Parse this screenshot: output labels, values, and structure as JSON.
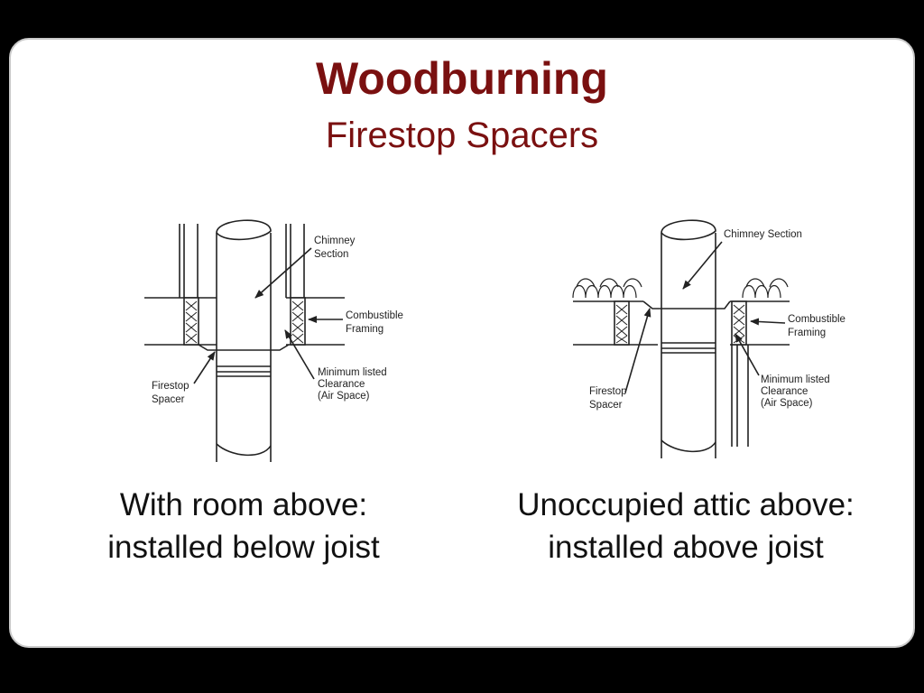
{
  "slide": {
    "title": "Woodburning",
    "subtitle": "Firestop Spacers"
  },
  "left_diagram": {
    "labels": {
      "chimney_1": "Chimney",
      "chimney_2": "Section",
      "framing_1": "Combustible",
      "framing_2": "Framing",
      "clearance_1": "Minimum listed",
      "clearance_2": "Clearance",
      "clearance_3": "(Air Space)",
      "spacer_1": "Firestop",
      "spacer_2": "Spacer"
    },
    "caption_line1": "With room above:",
    "caption_line2": "installed below joist"
  },
  "right_diagram": {
    "labels": {
      "chimney": "Chimney Section",
      "framing_1": "Combustible",
      "framing_2": "Framing",
      "clearance_1": "Minimum listed",
      "clearance_2": "Clearance",
      "clearance_3": "(Air Space)",
      "spacer_1": "Firestop",
      "spacer_2": "Spacer"
    },
    "caption_line1": "Unoccupied attic above:",
    "caption_line2": "installed above joist"
  },
  "colors": {
    "title": "#7a1010",
    "background": "#000000",
    "slide": "#ffffff"
  }
}
